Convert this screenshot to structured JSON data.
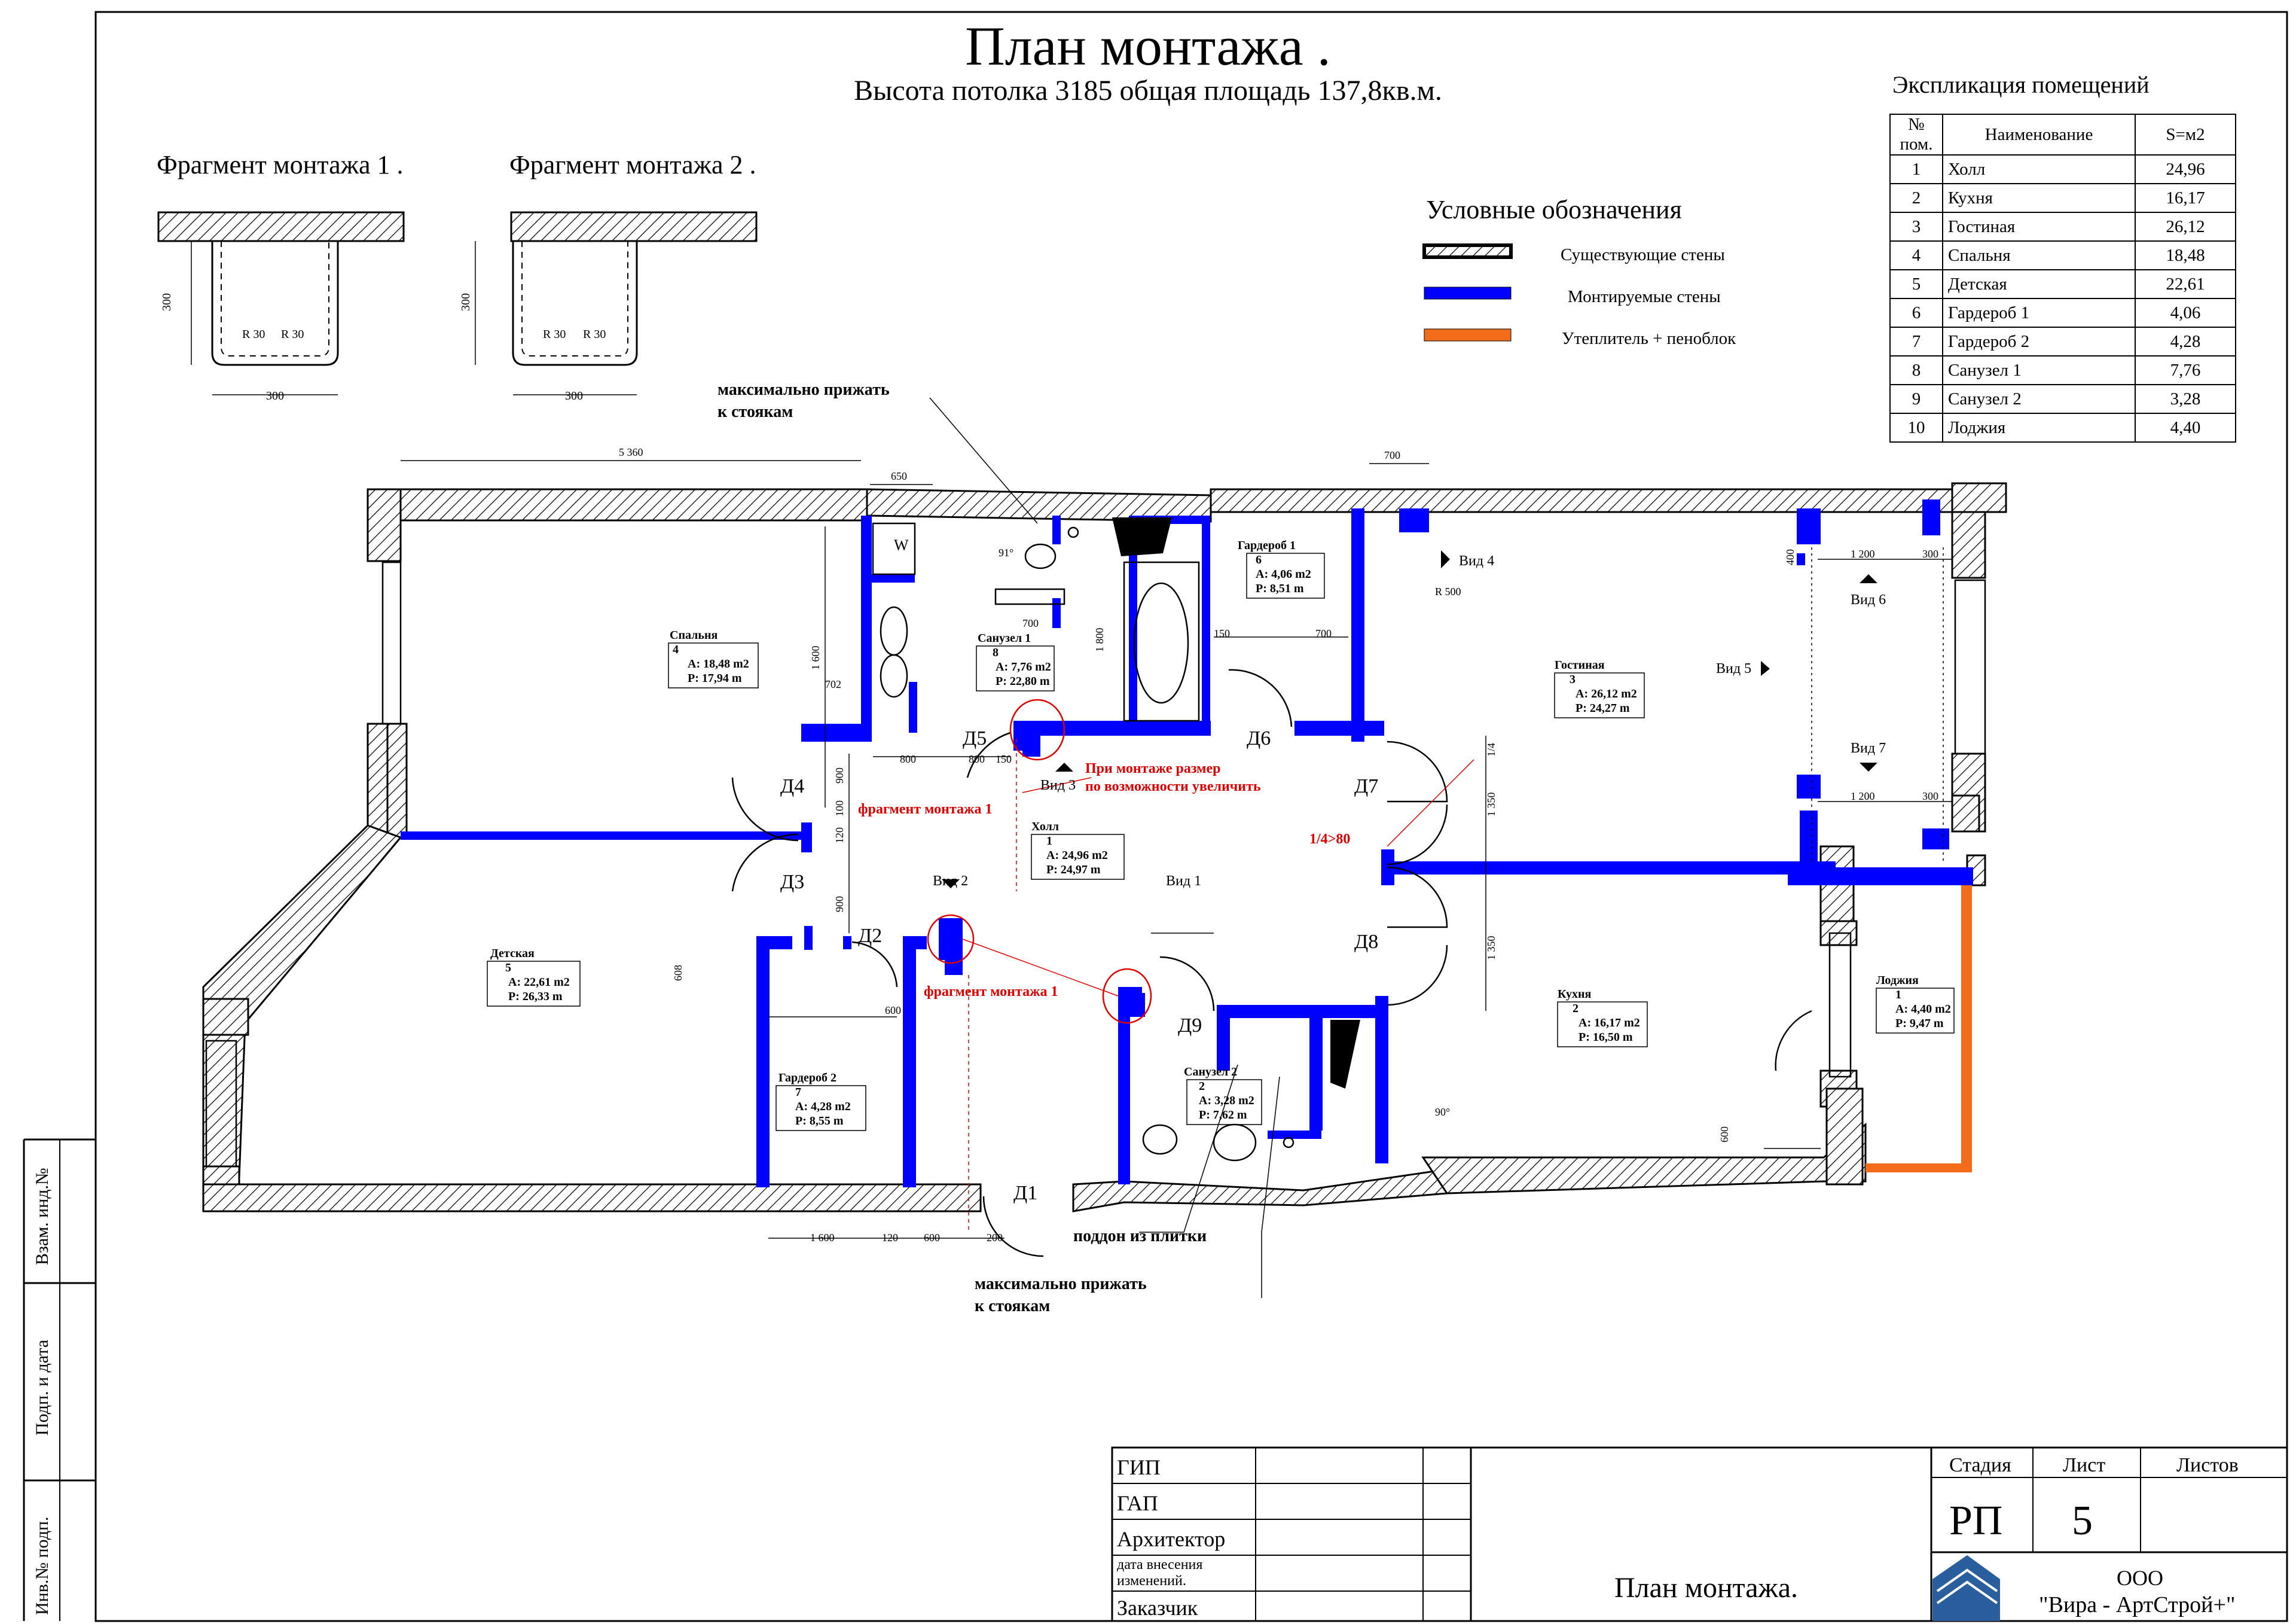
{
  "title": "План монтажа .",
  "subtitle": "Высота потолка 3185 общая площадь  137,8кв.м.",
  "fragments": [
    {
      "title": "Фрагмент монтажа 1  .",
      "dim_h": "300",
      "dim_w": "300",
      "r1": "R 30",
      "r2": "R 30"
    },
    {
      "title": "Фрагмент монтажа 2  .",
      "dim_h": "300",
      "dim_w": "300",
      "r1": "R 30",
      "r2": "R 30"
    }
  ],
  "legend": {
    "title": "Условные обозначения",
    "items": [
      {
        "label": "Существующие стены",
        "color": "hatch"
      },
      {
        "label": "Монтируемые стены",
        "color": "#0000ff"
      },
      {
        "label": "Утеплитель + пеноблок",
        "color": "#f26c1a"
      }
    ]
  },
  "explication": {
    "caption": "Экспликация помещений",
    "headers": [
      "№ пом.",
      "Наименование",
      "S=м2"
    ],
    "rows": [
      [
        "1",
        "Холл",
        "24,96"
      ],
      [
        "2",
        "Кухня",
        "16,17"
      ],
      [
        "3",
        "Гостиная",
        "26,12"
      ],
      [
        "4",
        "Спальня",
        "18,48"
      ],
      [
        "5",
        "Детская",
        "22,61"
      ],
      [
        "6",
        "Гардероб 1",
        "4,06"
      ],
      [
        "7",
        "Гардероб 2",
        "4,28"
      ],
      [
        "8",
        "Санузел 1",
        "7,76"
      ],
      [
        "9",
        "Санузел 2",
        "3,28"
      ],
      [
        "10",
        "Лоджия",
        "4,40"
      ]
    ]
  },
  "rooms": [
    {
      "name": "Спальня",
      "num": "4",
      "a": "A: 18,48 m2",
      "p": "P: 17,94 m"
    },
    {
      "name": "Санузел 1",
      "num": "8",
      "a": "A: 7,76 m2",
      "p": "P: 22,80 m"
    },
    {
      "name": "Гардероб 1",
      "num": "6",
      "a": "A: 4,06 m2",
      "p": "P: 8,51 m"
    },
    {
      "name": "Гостиная",
      "num": "3",
      "a": "A: 26,12 m2",
      "p": "P: 24,27 m"
    },
    {
      "name": "Холл",
      "num": "1",
      "a": "A: 24,96 m2",
      "p": "P: 24,97 m"
    },
    {
      "name": "Детская",
      "num": "5",
      "a": "A: 22,61 m2",
      "p": "P: 26,33 m"
    },
    {
      "name": "Гардероб 2",
      "num": "7",
      "a": "A: 4,28 m2",
      "p": "P: 8,55 m"
    },
    {
      "name": "Санузел 2",
      "num": "2",
      "a": "A: 3,28 m2",
      "p": "P: 7,62 m"
    },
    {
      "name": "Кухня",
      "num": "2",
      "a": "A: 16,17 m2",
      "p": "P: 16,50 m"
    },
    {
      "name": "Лоджия",
      "num": "1",
      "a": "A: 4,40 m2",
      "p": "P: 9,47 m"
    }
  ],
  "doors": [
    "Д1",
    "Д2",
    "Д3",
    "Д4",
    "Д5",
    "Д6",
    "Д7",
    "Д8",
    "Д9"
  ],
  "views": [
    "Вид 1",
    "Вид 2",
    "Вид 3",
    "Вид 4",
    "Вид 5",
    "Вид 6",
    "Вид 7"
  ],
  "notes": {
    "press_top": "максимально прижать",
    "press_top2": "к стоякам",
    "press_bottom": "максимально прижать",
    "press_bottom2": "к стоякам",
    "tray": "поддон из плитки",
    "red_size1": "При монтаже размер",
    "red_size2": "по возможности увеличить",
    "red_frag1": "фрагмент монтажа 1",
    "red_frag2": "фрагмент монтажа 1",
    "red_quarter": "1/4>80"
  },
  "dims": {
    "d5360": "5 360",
    "d650": "650",
    "d700a": "700",
    "d700b": "700",
    "d700c": "700",
    "d1800": "1 800",
    "d1600": "1 600",
    "d702": "702",
    "d800a": "800",
    "d800b": "800",
    "d150a": "150",
    "d150b": "150",
    "d900a": "900",
    "d900b": "900",
    "d100": "100",
    "d120": "120",
    "d1200a": "1 200",
    "d1200b": "1 200",
    "d300a": "300",
    "d300b": "300",
    "d1350a": "1 350",
    "d1350b": "1 350",
    "q": "1/4",
    "d600a": "600",
    "d600b": "600",
    "d608": "608",
    "d1600b": "1 600",
    "d120b": "120",
    "d600c": "600",
    "d200": "200",
    "d500": "R 500",
    "d90": "90°",
    "d91": "91°",
    "w": "W",
    "d400": "400"
  },
  "stamp": {
    "rows": [
      "ГИП",
      "ГАП",
      "Архитектор",
      "дата  внесения изменений.",
      "Заказчик"
    ],
    "stage_h": "Стадия",
    "sheet_h": "Лист",
    "sheets_h": "Листов",
    "stage": "РП",
    "sheet": "5",
    "name": "План монтажа.",
    "company1": "ООО",
    "company2": "\"Вира - АртСтрой+\""
  },
  "side_stamp": [
    "Взам. инд.№",
    "Подп. и дата",
    "Инв.№ подп."
  ]
}
